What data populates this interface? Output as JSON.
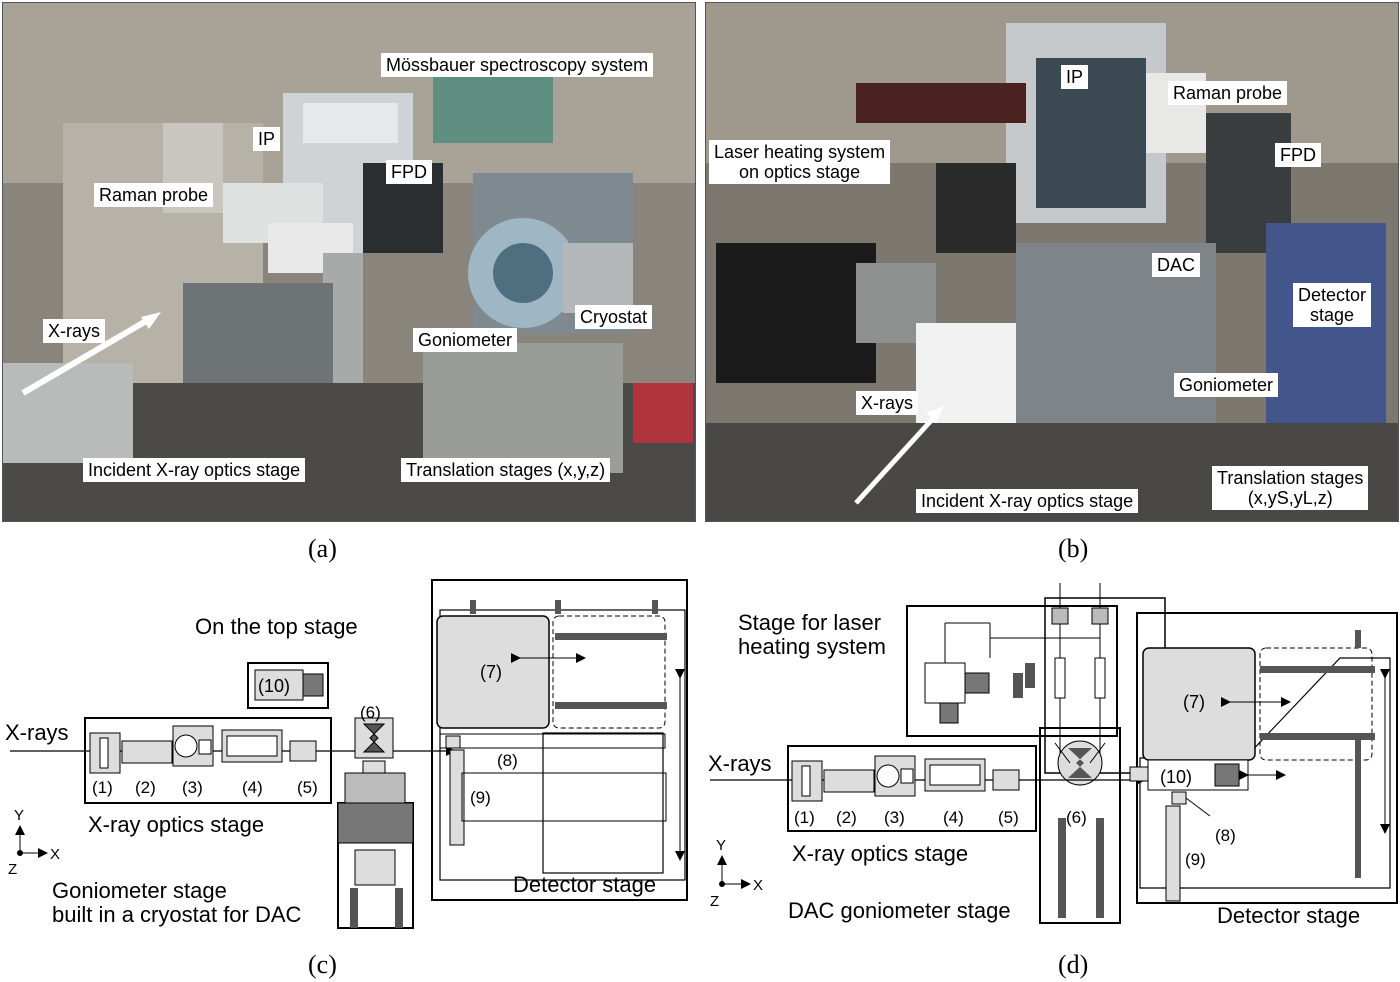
{
  "panel_a": {
    "letter": "(a)",
    "labels": {
      "mossbauer": "Mössbauer spectroscopy system",
      "ip": "IP",
      "fpd": "FPD",
      "raman": "Raman probe",
      "xrays": "X-rays",
      "goniometer": "Goniometer",
      "cryostat": "Cryostat",
      "incident": "Incident X-ray optics stage",
      "translation": "Translation stages (x,y,z)"
    }
  },
  "panel_b": {
    "letter": "(b)",
    "labels": {
      "ip": "IP",
      "raman": "Raman probe",
      "laser_line1": "Laser heating system",
      "laser_line2": "on optics stage",
      "fpd": "FPD",
      "dac": "DAC",
      "detector_line1": "Detector",
      "detector_line2": "stage",
      "goniometer": "Goniometer",
      "xrays": "X-rays",
      "incident": "Incident X-ray optics stage",
      "translation_line1": "Translation stages",
      "translation_line2": "(x,yS,yL,z)"
    }
  },
  "panel_c": {
    "letter": "(c)",
    "on_top": "On the top stage",
    "xrays": "X-rays",
    "optics_stage": "X-ray optics stage",
    "gonio_line1": "Goniometer stage",
    "gonio_line2": "built in a cryostat for DAC",
    "detector_stage": "Detector stage",
    "axis_y": "Y",
    "axis_x": "X",
    "axis_z": "Z",
    "n1": "(1)",
    "n2": "(2)",
    "n3": "(3)",
    "n4": "(4)",
    "n5": "(5)",
    "n6": "(6)",
    "n7": "(7)",
    "n8": "(8)",
    "n9": "(9)",
    "n10": "(10)"
  },
  "panel_d": {
    "letter": "(d)",
    "laser_line1": "Stage for laser",
    "laser_line2": "heating system",
    "xrays": "X-rays",
    "optics_stage": "X-ray optics stage",
    "gonio": "DAC goniometer stage",
    "detector_stage": "Detector stage",
    "axis_y": "Y",
    "axis_x": "X",
    "axis_z": "Z",
    "n1": "(1)",
    "n2": "(2)",
    "n3": "(3)",
    "n4": "(4)",
    "n5": "(5)",
    "n6": "(6)",
    "n7": "(7)",
    "n8": "(8)",
    "n9": "(9)",
    "n10": "(10)"
  }
}
